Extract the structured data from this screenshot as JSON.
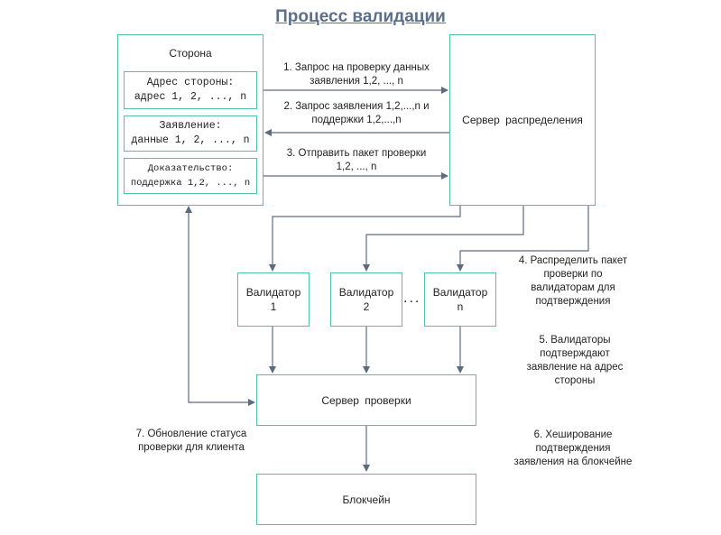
{
  "title": "Процесс валидации",
  "party": {
    "title": "Сторона",
    "address": [
      "Адрес стороны:",
      "адрес 1, 2, ..., n"
    ],
    "statement": [
      "Заявление:",
      "данные 1, 2, ..., n"
    ],
    "proof": [
      "Доказательство:",
      "поддержка 1,2, ..., n"
    ]
  },
  "distribution_server": "Сервер распределения",
  "validators": [
    [
      "Валидатор",
      "1"
    ],
    [
      "Валидатор",
      "2"
    ],
    [
      "Валидатор",
      "n"
    ]
  ],
  "ellipsis": "...",
  "verification_server": "Сервер проверки",
  "blockchain": "Блокчейн",
  "steps": {
    "s1": [
      "1. Запрос на проверку данных",
      "заявления 1,2, ..., n"
    ],
    "s2": [
      "2. Запрос заявления 1,2,...,n и",
      "поддержки 1,2,...,n"
    ],
    "s3": [
      "3. Отправить пакет проверки",
      "1,2, ..., n"
    ],
    "s4": [
      "4. Распределить пакет",
      "проверки по",
      "валидаторам для",
      "подтверждения"
    ],
    "s5": [
      "5. Валидаторы",
      "подтверждают",
      "заявление на адрес",
      "стороны"
    ],
    "s6": [
      "6. Хеширование",
      "подтверждения",
      "заявления на блокчейне"
    ],
    "s7": [
      "7. Обновление статуса",
      "проверки для клиента"
    ]
  },
  "colors": {
    "box_border": "#4fc3a8",
    "arrow": "#5d6b7e",
    "title": "#5b6f8a"
  }
}
